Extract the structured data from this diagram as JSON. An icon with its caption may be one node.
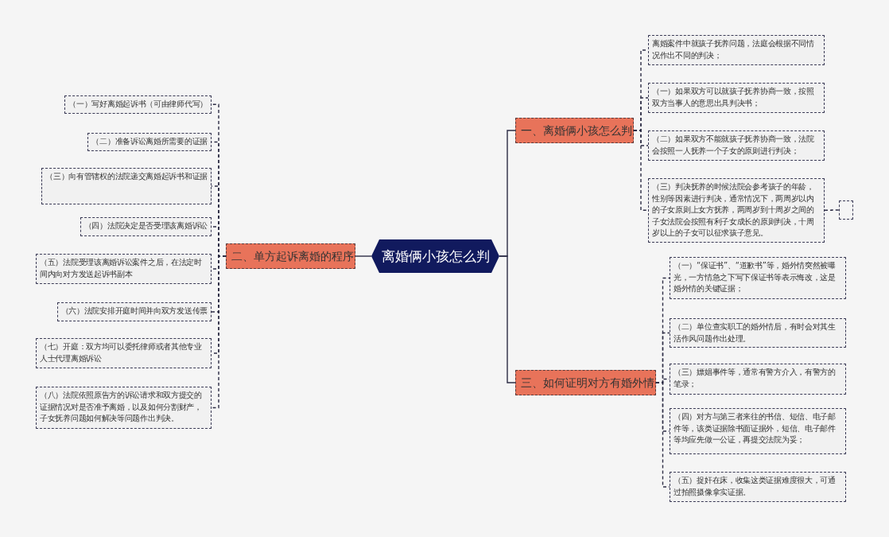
{
  "diagram": {
    "nodes": [
      {
        "text": [
          "离婚俩小孩怎么判"
        ]
      },
      {
        "text": [
          "一、离婚俩小孩怎么判"
        ]
      },
      {
        "text": [
          "离婚案件中就孩子抚养问题，法庭会根据不同情况作出不同的判决；"
        ]
      },
      {
        "text": [
          "（一）如果双方可以就孩子抚养协商一致，按照双方当事人的意思出具判决书；"
        ]
      },
      {
        "text": [
          "（二）如果双方不能就孩子抚养协商一致，法院会按照一人抚养一个子女的原则进行判决；"
        ]
      },
      {
        "text": [
          "（三）判决抚养的时候法院会参考孩子的年龄，性别等因素进行判决，通常情况下，两周岁以内的子女原则上女方抚养，两周岁到十周岁之间的子女法院会按照有利子女成长的原则判决，十周岁以上的子女可以征求孩子意见。"
        ]
      },
      {
        "text": [],
        "shape": "box"
      },
      {
        "text": [
          "二、单方起诉离婚的程序"
        ]
      },
      {
        "text": [
          "（一）写好离婚起诉书（可由律师代写）"
        ]
      },
      {
        "text": [
          "（二）准备诉讼离婚所需要的证据"
        ]
      },
      {
        "text": [
          "（三）向有管辖权的法院递交离婚起诉书和证据"
        ]
      },
      {
        "text": [
          "（四）法院决定是否受理该离婚诉讼"
        ]
      },
      {
        "text": [
          "（五）法院受理该离婚诉讼案件之后，在法定时间内向对方发送起诉书副本"
        ]
      },
      {
        "text": [
          "（六）法院安排开庭时间并向双方发送传票"
        ]
      },
      {
        "text": [
          "（七）开庭：双方均可以委托律师或者其他专业人士代理离婚诉讼"
        ]
      },
      {
        "text": [
          "（八）法院依照原告方的诉讼请求和双方提交的证据情况对是否准予离婚，以及如何分割财产，子女抚养问题如何解决等问题作出判决。"
        ]
      },
      {
        "text": [
          "三、如何证明对方有婚外情"
        ]
      },
      {
        "text": [
          "（一）“保证书”、“道歉书”等，婚外情突然被曝光，一方情急之下写下保证书等表示悔改，这是婚外情的关键证据；"
        ]
      },
      {
        "text": [
          "（二）单位查实职工的婚外情后，有时会对其生活作风问题作出处理。"
        ]
      },
      {
        "text": [
          "（三）嫖娼事件等，通常有警方介入，有警方的笔录；"
        ]
      },
      {
        "text": [
          "（四）对方与第三者来往的书信、短信、电子邮件等，该类证据除书面证据外，短信、电子邮件等均应先做一公证，再提交法院为妥；"
        ]
      },
      {
        "text": [
          "（五）捉奸在床，收集这类证据难度很大，可通过拍照摄像拿实证据。"
        ]
      }
    ],
    "edges": [
      {
        "from": 0,
        "to": 1,
        "arrow": "none"
      },
      {
        "from": 1,
        "to": 2,
        "arrow": "none",
        "style": "dashed"
      },
      {
        "from": 1,
        "to": 3,
        "arrow": "none",
        "style": "dashed"
      },
      {
        "from": 1,
        "to": 4,
        "arrow": "none",
        "style": "dashed"
      },
      {
        "from": 1,
        "to": 5,
        "arrow": "none",
        "style": "dashed"
      },
      {
        "from": 5,
        "to": 6,
        "arrow": "none",
        "style": "dashed"
      },
      {
        "from": 0,
        "to": 7,
        "arrow": "none"
      },
      {
        "from": 7,
        "to": 8,
        "arrow": "none",
        "style": "dashed"
      },
      {
        "from": 7,
        "to": 9,
        "arrow": "none",
        "style": "dashed"
      },
      {
        "from": 7,
        "to": 10,
        "arrow": "none",
        "style": "dashed"
      },
      {
        "from": 7,
        "to": 11,
        "arrow": "none",
        "style": "dashed"
      },
      {
        "from": 7,
        "to": 12,
        "arrow": "none",
        "style": "dashed"
      },
      {
        "from": 7,
        "to": 13,
        "arrow": "none",
        "style": "dashed"
      },
      {
        "from": 7,
        "to": 14,
        "arrow": "none",
        "style": "dashed"
      },
      {
        "from": 7,
        "to": 15,
        "arrow": "none",
        "style": "dashed"
      },
      {
        "from": 0,
        "to": 16,
        "arrow": "none"
      },
      {
        "from": 16,
        "to": 17,
        "arrow": "none",
        "style": "dashed"
      },
      {
        "from": 16,
        "to": 18,
        "arrow": "none",
        "style": "dashed"
      },
      {
        "from": 16,
        "to": 19,
        "arrow": "none",
        "style": "dashed"
      },
      {
        "from": 16,
        "to": 20,
        "arrow": "none",
        "style": "dashed"
      },
      {
        "from": 16,
        "to": 21,
        "arrow": "none",
        "style": "dashed"
      }
    ]
  }
}
